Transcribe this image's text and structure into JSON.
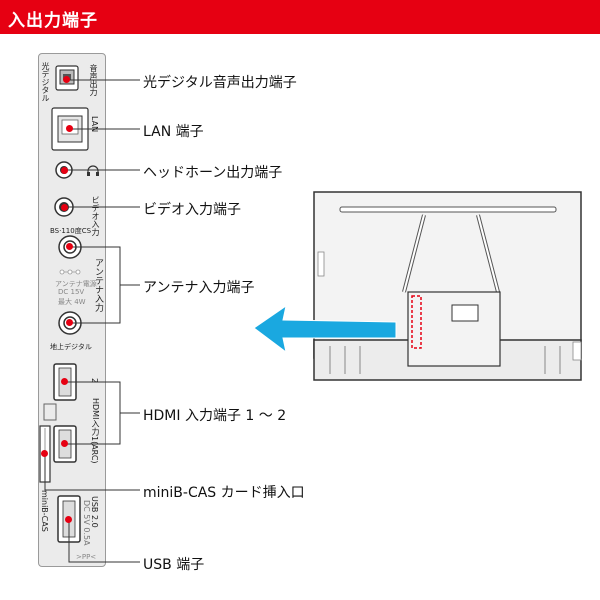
{
  "header": {
    "title": "入出力端子"
  },
  "colors": {
    "accent": "#e60012",
    "arrow": "#1aa8e0",
    "panel": "#ebebeb"
  },
  "panel": {
    "optical_side": "光デジタル",
    "optical_port": "音声出力",
    "lan_port": "LAN",
    "headphone_symbol": "headphone-icon",
    "video_port": "ビデオ入力",
    "bs_label": "BS·110度CS",
    "antenna_port": "アンテナ入力",
    "antenna_power": "アンテナ電源",
    "antenna_dc": "DC 15V",
    "antenna_max": "最大 4W",
    "terrestrial_label": "地上デジタル",
    "hdmi_port": "HDMI入力",
    "hdmi_2": "2",
    "hdmi_1": "1(ARC)",
    "minibcas_side": "miniB-CAS",
    "usb_port": "USB 2.0",
    "usb_power": "DC 5V 0.5A",
    "pp_mark": ">PP<"
  },
  "callouts": [
    {
      "id": "optical",
      "label": "光デジタル音声出力端子"
    },
    {
      "id": "lan",
      "label": "LAN 端子"
    },
    {
      "id": "headphone",
      "label": "ヘッドホーン出力端子"
    },
    {
      "id": "video",
      "label": "ビデオ入力端子"
    },
    {
      "id": "antenna",
      "label": "アンテナ入力端子"
    },
    {
      "id": "hdmi",
      "label": "HDMI 入力端子 1 ～ 2"
    },
    {
      "id": "minibcas",
      "label": "miniB-CAS カード挿入口"
    },
    {
      "id": "usb",
      "label": "USB 端子"
    }
  ]
}
